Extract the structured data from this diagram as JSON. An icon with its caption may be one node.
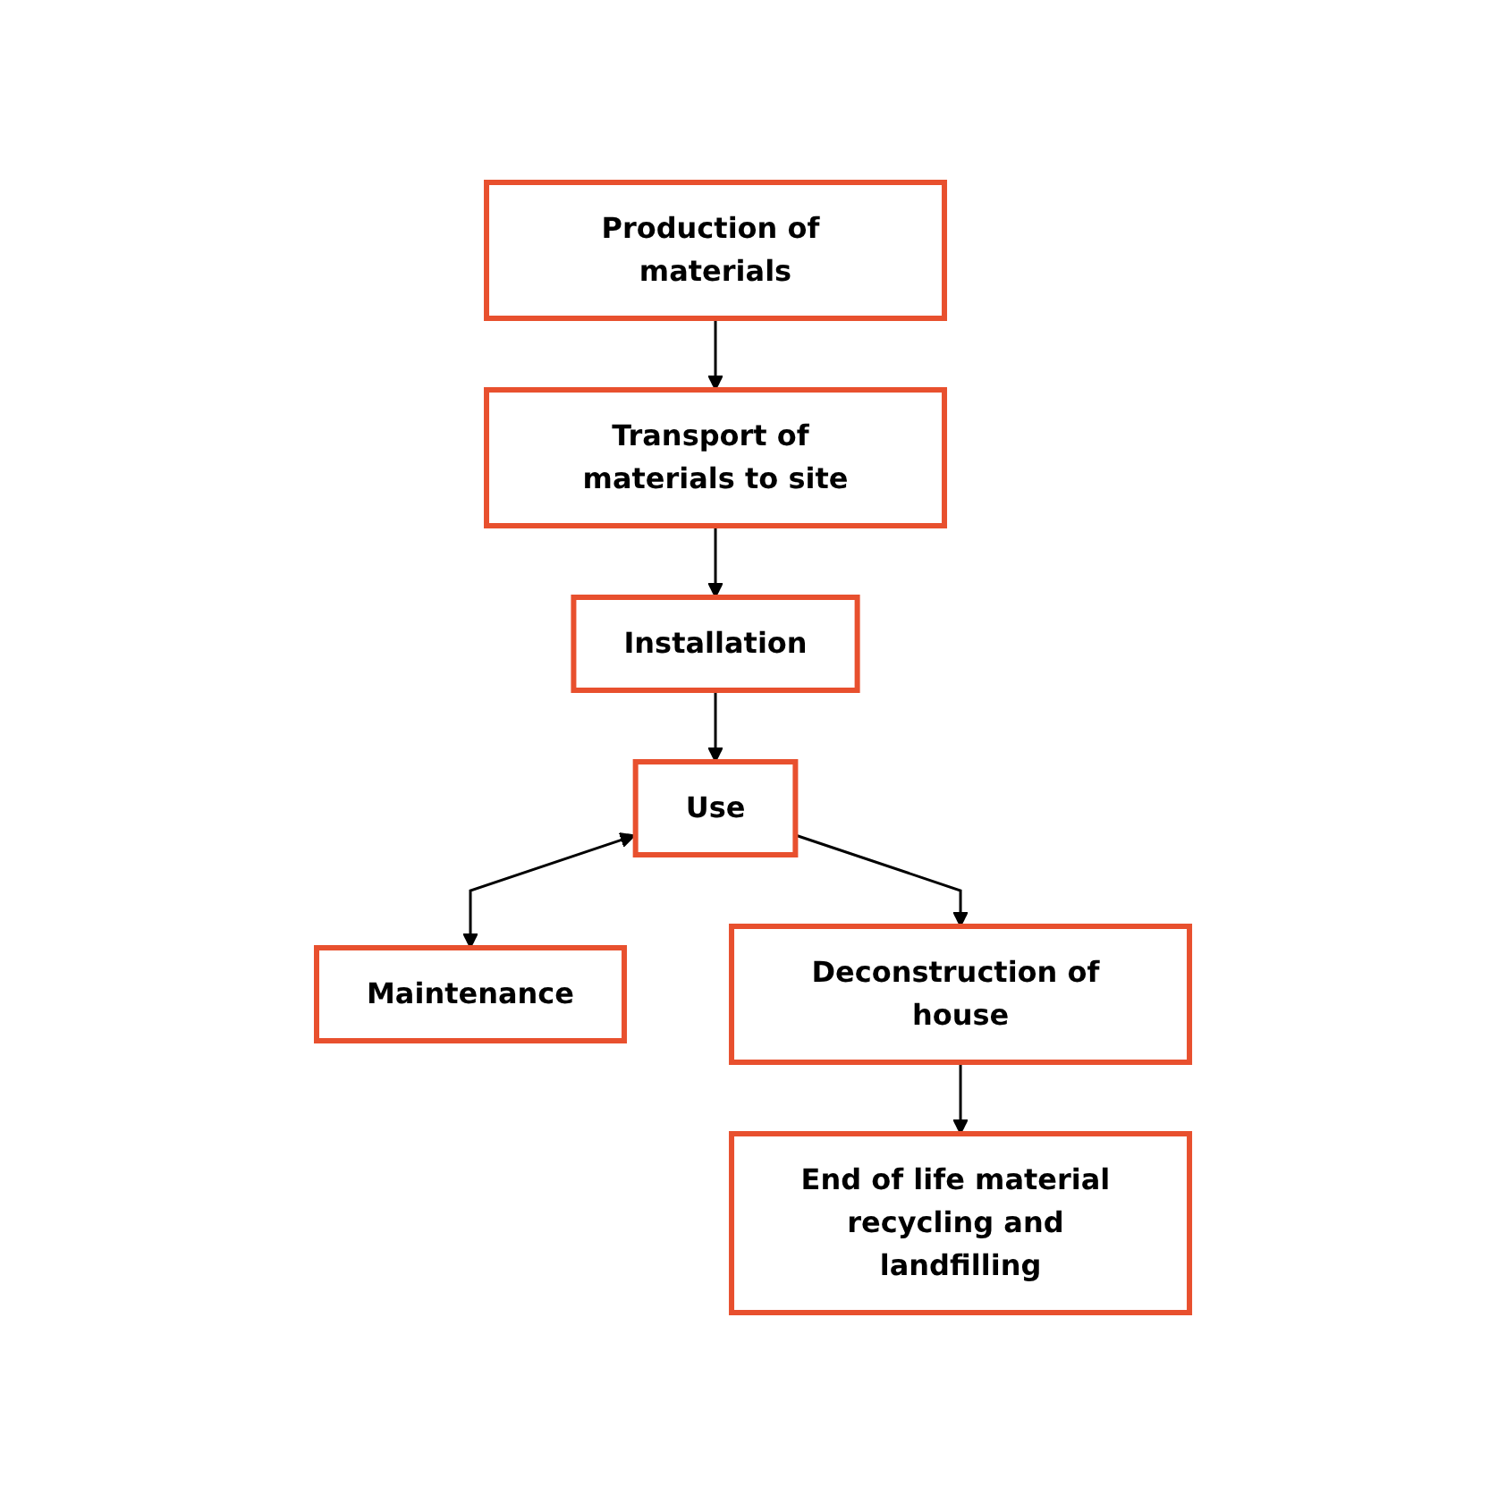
{
  "diagram": {
    "nodes": [
      {
        "text": [
          "Production of materials"
        ]
      },
      {
        "text": [
          "Transport of materials to site"
        ]
      },
      {
        "text": [
          "Installation"
        ]
      },
      {
        "text": [
          "Use"
        ]
      },
      {
        "text": [
          "Maintenance"
        ]
      },
      {
        "text": [
          "Deconstruction of house"
        ]
      },
      {
        "text": [
          "End of life material recycling and landfilling"
        ]
      }
    ],
    "edges": [
      {
        "from": 0,
        "to": 1,
        "arrow": "to"
      },
      {
        "from": 1,
        "to": 2,
        "arrow": "to"
      },
      {
        "from": 2,
        "to": 3,
        "arrow": "to"
      },
      {
        "from": 3,
        "to": 4,
        "arrow": "both"
      },
      {
        "from": 3,
        "to": 5,
        "arrow": "to"
      },
      {
        "from": 5,
        "to": 6,
        "arrow": "to"
      }
    ]
  }
}
